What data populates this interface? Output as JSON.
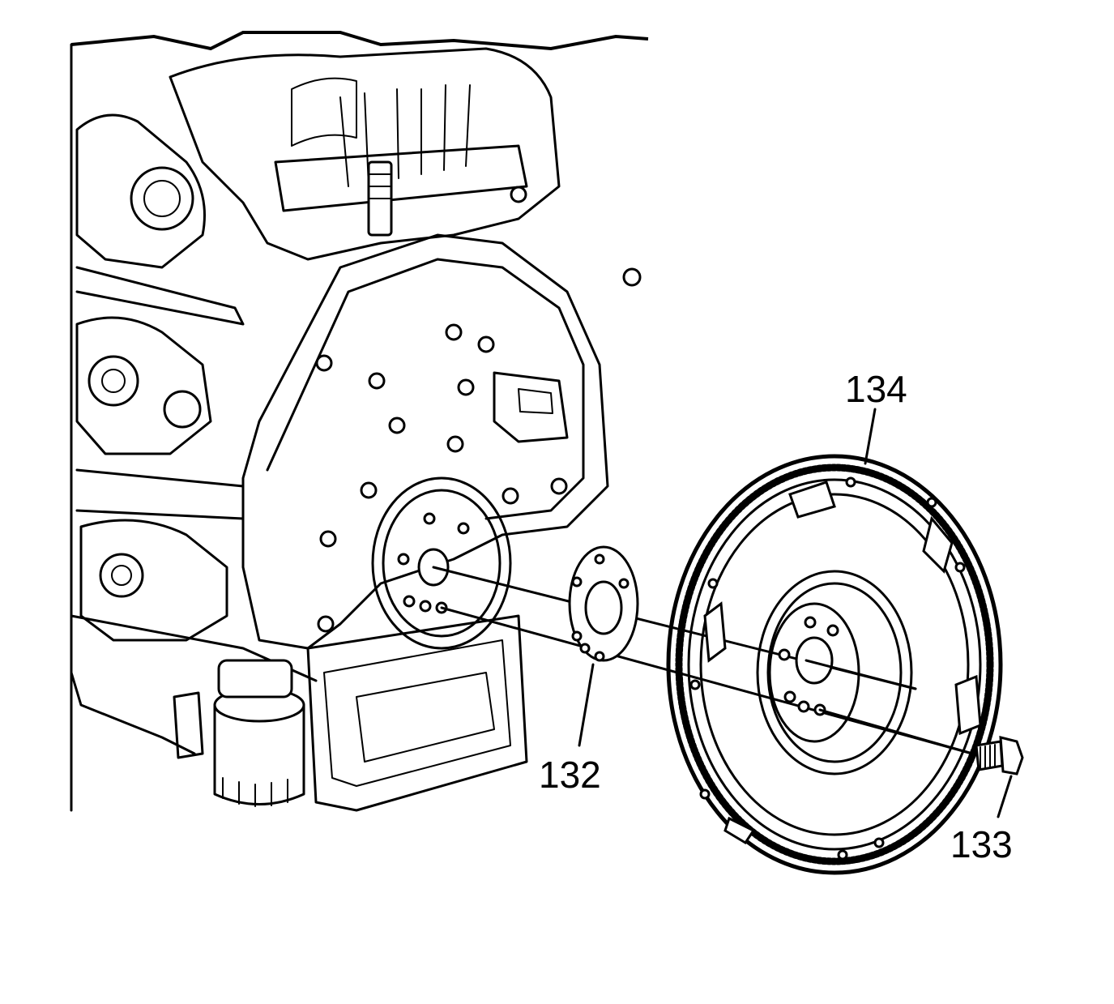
{
  "figure": {
    "callouts": [
      {
        "id": "134",
        "text": "134"
      },
      {
        "id": "132",
        "text": "132"
      },
      {
        "id": "133",
        "text": "133"
      }
    ],
    "colors": {
      "line": "#000000",
      "background": "#ffffff"
    }
  }
}
